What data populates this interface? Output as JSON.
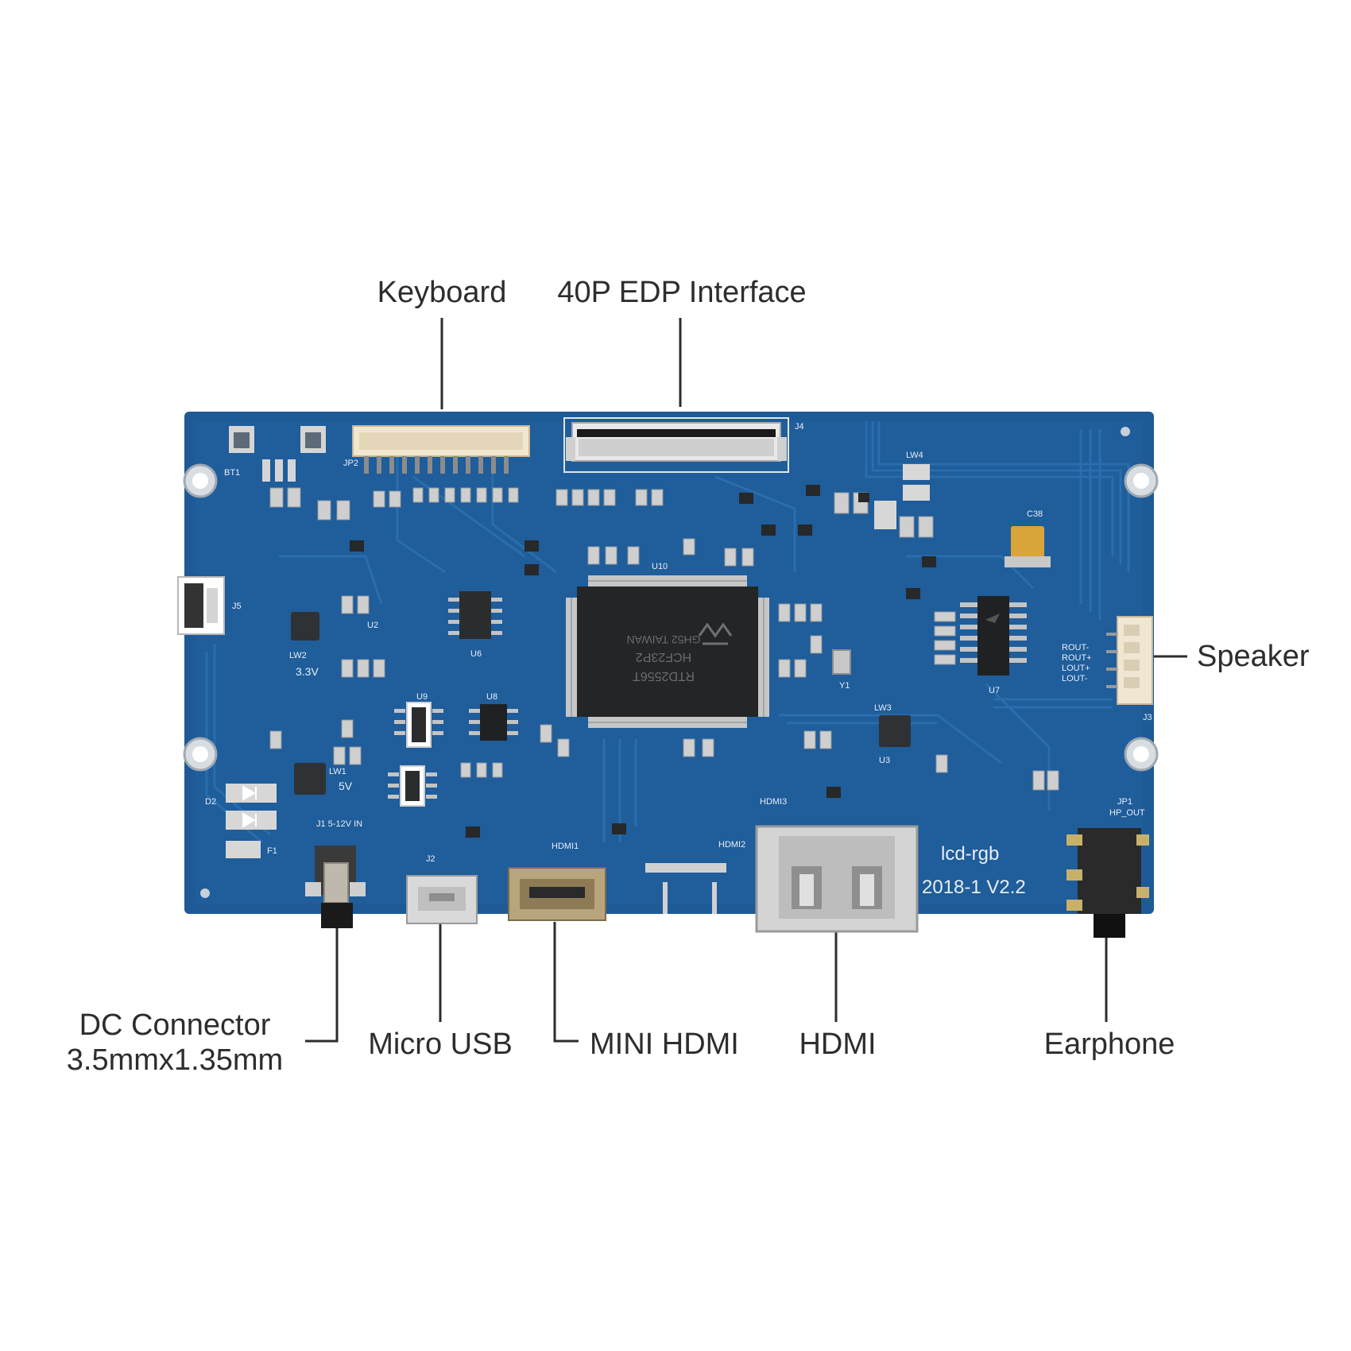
{
  "labels": {
    "keyboard": "Keyboard",
    "edp": "40P EDP Interface",
    "speaker": "Speaker",
    "dc_line1": "DC Connector",
    "dc_line2": "3.5mmx1.35mm",
    "micro_usb": "Micro USB",
    "mini_hdmi": "MINI HDMI",
    "hdmi": "HDMI",
    "earphone": "Earphone"
  },
  "board": {
    "name": "lcd-rgb",
    "version": "2018-1  V2.2",
    "chip_line1": "RTD2556T",
    "chip_line2": "HCF23P2",
    "chip_line3": "GH52 TAIWAN",
    "speaker_pins": [
      "ROUT-",
      "ROUT+",
      "LOUT+",
      "LOUT-"
    ],
    "silk": {
      "jp2": "JP2",
      "j4": "J4",
      "j3": "J3",
      "u6": "U6",
      "u10": "U10",
      "u7": "U7",
      "hdmi3": "HDMI3",
      "hdmi1": "HDMI1",
      "hdmi2": "HDMI2",
      "jp1": "JP1",
      "hp_out": "HP_OUT",
      "j1": "J1  5-12V  IN",
      "j2": "J2",
      "lw1": "LW1",
      "lw2": "LW2",
      "lw3": "LW3",
      "lw4": "LW4",
      "v33": "3.3V",
      "v5": "5V",
      "y1": "Y1",
      "c38": "C38",
      "bt1": "BT1",
      "j5": "J5",
      "u2": "U2",
      "u9": "U9",
      "u8": "U8",
      "u3": "U3",
      "d2": "D2",
      "f1": "F1"
    }
  },
  "colors": {
    "pcb": "#1e5a96",
    "pcb_dark": "#174b80",
    "trace": "#2a6aaa",
    "silk": "#e8eef5",
    "metal": "#c9c4bc",
    "chip": "#222426",
    "text": "#2d2d2d"
  }
}
